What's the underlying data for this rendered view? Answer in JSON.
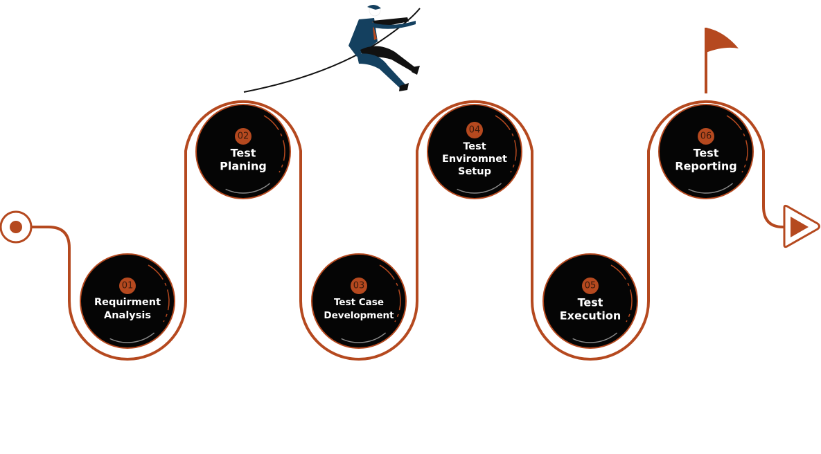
{
  "colors": {
    "accent": "#b5491f",
    "node_fill": "#050505",
    "node_text": "#ffffff",
    "figure_suit": "#14405f",
    "background": "#ffffff"
  },
  "stages": [
    {
      "number": "01",
      "lines": [
        "Requirment",
        "Analysis"
      ]
    },
    {
      "number": "02",
      "lines": [
        "Test",
        "Planing"
      ]
    },
    {
      "number": "03",
      "lines": [
        "Test Case",
        "Development"
      ]
    },
    {
      "number": "04",
      "lines": [
        "Test",
        "Enviromnet",
        "Setup"
      ]
    },
    {
      "number": "05",
      "lines": [
        "Test",
        "Execution"
      ]
    },
    {
      "number": "06",
      "lines": [
        "Test",
        "Reporting"
      ]
    }
  ],
  "icons": {
    "start": "start-target-icon",
    "end": "play-arrow-icon",
    "flag": "flag-icon",
    "figure": "businessman-on-rope-icon"
  }
}
